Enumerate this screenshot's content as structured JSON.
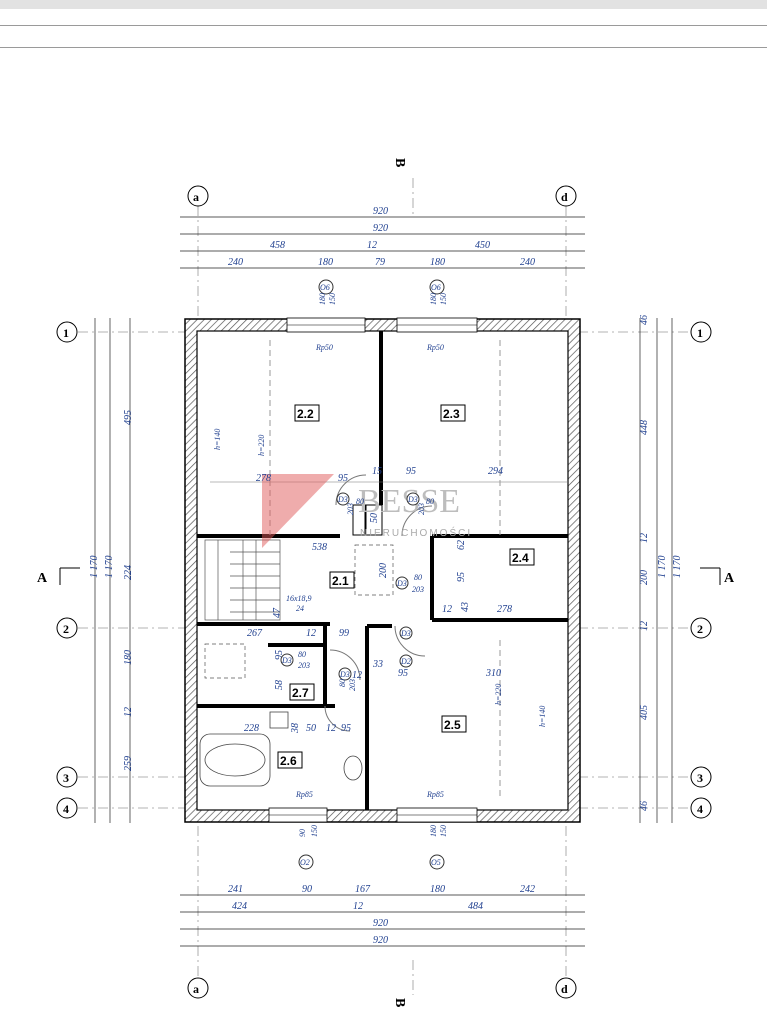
{
  "axes": {
    "letters": [
      "a",
      "d"
    ],
    "numbers": [
      "1",
      "2",
      "3",
      "4"
    ]
  },
  "sections": {
    "a": "A",
    "b": "B"
  },
  "rooms": [
    "2.1",
    "2.2",
    "2.3",
    "2.4",
    "2.5",
    "2.6",
    "2.7"
  ],
  "dims_top": {
    "row1": "920",
    "row2": "920",
    "row3": [
      "458",
      "12",
      "450"
    ],
    "row4": [
      "240",
      "180",
      "79",
      "180",
      "240"
    ]
  },
  "dims_bottom": {
    "row1": [
      "241",
      "90",
      "167",
      "180",
      "242"
    ],
    "row2": [
      "424",
      "12",
      "484"
    ],
    "row3": "920",
    "row4": "920"
  },
  "dims_left": {
    "outer": "1 170",
    "inner": "1 170",
    "segs": [
      "495",
      "224",
      "180",
      "12",
      "259"
    ]
  },
  "dims_right": {
    "outer": "1 170",
    "inner": "1 170",
    "segs": [
      "46",
      "448",
      "12",
      "200",
      "12",
      "405",
      "46"
    ]
  },
  "windows": {
    "top": [
      "O6",
      "O6"
    ],
    "top_sill": [
      "180",
      "150"
    ],
    "bottom": [
      "O2",
      "O5"
    ],
    "bottom_sill_left": [
      "90",
      "150"
    ],
    "bottom_sill_right": [
      "180",
      "150"
    ],
    "radiators": [
      "Rp50",
      "Rp50",
      "Rp85",
      "Rp85"
    ]
  },
  "interior": {
    "heights": [
      "h=140",
      "h=220",
      "h=220",
      "h=140"
    ],
    "d278": "278",
    "d95a": "95",
    "d15": "15",
    "d95b": "95",
    "d294": "294",
    "d538": "538",
    "d62": "62",
    "d200": "200",
    "d95c": "95",
    "d12a": "12",
    "d43": "43",
    "d278b": "278",
    "d267": "267",
    "d47": "47",
    "d12b": "12",
    "d99": "99",
    "stairs": "16x18,9",
    "stairs_n": "24",
    "d95d": "95",
    "d58": "58",
    "d33": "33",
    "d12c": "12",
    "d95e": "95",
    "d310": "310",
    "d228": "228",
    "d50": "50",
    "d95f": "95",
    "d38": "38",
    "d12d": "12",
    "doors": [
      "D3",
      "D3",
      "D3",
      "D3",
      "D3",
      "D2",
      "D3"
    ],
    "door_w": [
      "80",
      "80",
      "80",
      "80",
      "80"
    ],
    "door_h": [
      "203",
      "203",
      "203",
      "203",
      "203"
    ],
    "d50b": "50"
  },
  "watermark": {
    "title": "BESSE",
    "subtitle": "NIERUCHOMOŚCI"
  }
}
